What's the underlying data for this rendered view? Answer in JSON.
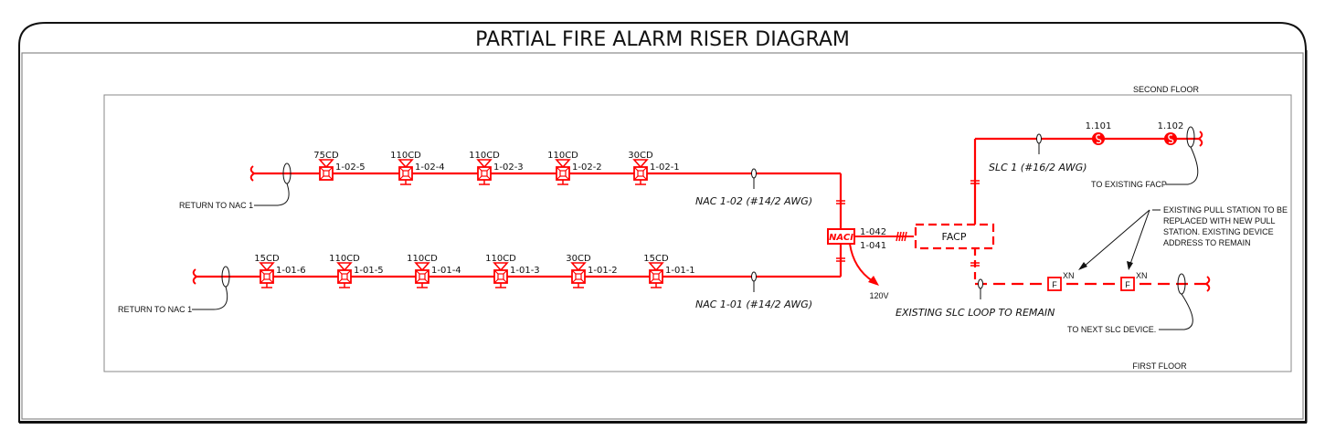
{
  "title": "PARTIAL FIRE ALARM RISER DIAGRAM",
  "floors": {
    "second": "SECOND FLOOR",
    "first": "FIRST FLOOR"
  },
  "colors": {
    "circuit": "#ff0000",
    "frame": "#111111",
    "inner_frame": "#888888"
  },
  "nac_1_02": {
    "label": "NAC 1-02 (#14/2 AWG)",
    "return_label": "RETURN TO NAC 1",
    "devices": [
      {
        "candela": "75CD",
        "id": "1-02-5",
        "has_base": false
      },
      {
        "candela": "110CD",
        "id": "1-02-4",
        "has_base": true
      },
      {
        "candela": "110CD",
        "id": "1-02-3",
        "has_base": true
      },
      {
        "candela": "110CD",
        "id": "1-02-2",
        "has_base": true
      },
      {
        "candela": "30CD",
        "id": "1-02-1",
        "has_base": true
      }
    ]
  },
  "nac_1_01": {
    "label": "NAC 1-01 (#14/2 AWG)",
    "return_label": "RETURN TO NAC 1",
    "devices": [
      {
        "candela": "15CD",
        "id": "1-01-6",
        "has_base": true
      },
      {
        "candela": "110CD",
        "id": "1-01-5",
        "has_base": true
      },
      {
        "candela": "110CD",
        "id": "1-01-4",
        "has_base": true
      },
      {
        "candela": "110CD",
        "id": "1-01-3",
        "has_base": true
      },
      {
        "candela": "30CD",
        "id": "1-01-2",
        "has_base": true
      },
      {
        "candela": "15CD",
        "id": "1-01-1",
        "has_base": true
      }
    ]
  },
  "naci": {
    "label": "NACI",
    "circuit_top": "1-042",
    "circuit_bottom": "1-041",
    "power": "120V"
  },
  "facp": {
    "label": "FACP"
  },
  "slc": {
    "label": "SLC 1 (#16/2 AWG)",
    "devices": [
      {
        "id": "1.101"
      },
      {
        "id": "1.102"
      }
    ],
    "to_facp_label": "TO EXISTING FACP"
  },
  "existing_slc": {
    "label": "EXISTING SLC LOOP TO REMAIN",
    "pull_stations": [
      {
        "symbol": "F",
        "address": "XN"
      },
      {
        "symbol": "F",
        "address": "XN"
      }
    ],
    "note": [
      "EXISTING PULL STATION TO BE",
      "REPLACED WITH NEW PULL",
      "STATION. EXISTING DEVICE",
      "ADDRESS TO REMAIN"
    ],
    "next_label": "TO NEXT SLC DEVICE."
  }
}
